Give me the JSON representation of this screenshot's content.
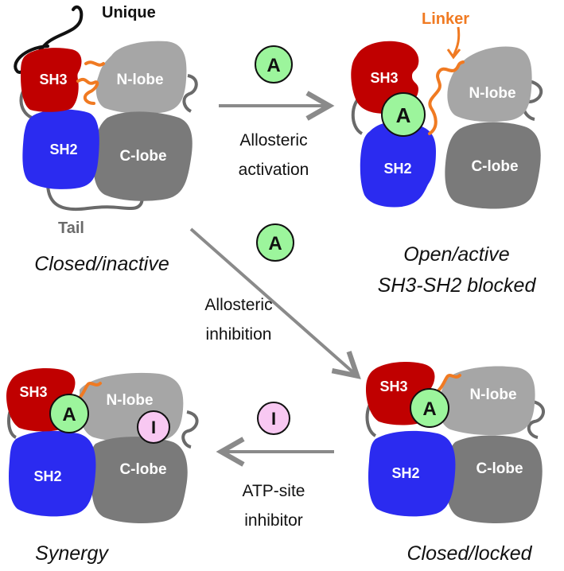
{
  "colors": {
    "sh3": "#c00000",
    "sh2": "#2b2bf0",
    "nlobe": "#a6a6a6",
    "clobe": "#7a7a7a",
    "linker": "#f07a22",
    "allosteric": "#9cf59c",
    "atp_inhibitor": "#f8c8f2",
    "arrow": "#8a8a8a",
    "tail": "#6a6a6a"
  },
  "domains": {
    "sh3": "SH3",
    "sh2": "SH2",
    "nlobe": "N-lobe",
    "clobe": "C-lobe"
  },
  "annotations": {
    "unique": "Unique",
    "linker": "Linker",
    "tail": "Tail"
  },
  "ligands": {
    "allosteric": "A",
    "atp_site": "I"
  },
  "states": {
    "closed_inactive": "Closed/inactive",
    "open_active_line1": "Open/active",
    "open_active_line2": "SH3-SH2 blocked",
    "closed_locked": "Closed/locked",
    "synergy": "Synergy"
  },
  "transitions": {
    "activation_line1": "Allosteric",
    "activation_line2": "activation",
    "inhibition_line1": "Allosteric",
    "inhibition_line2": "inhibition",
    "atp_line1": "ATP-site",
    "atp_line2": "inhibitor"
  }
}
